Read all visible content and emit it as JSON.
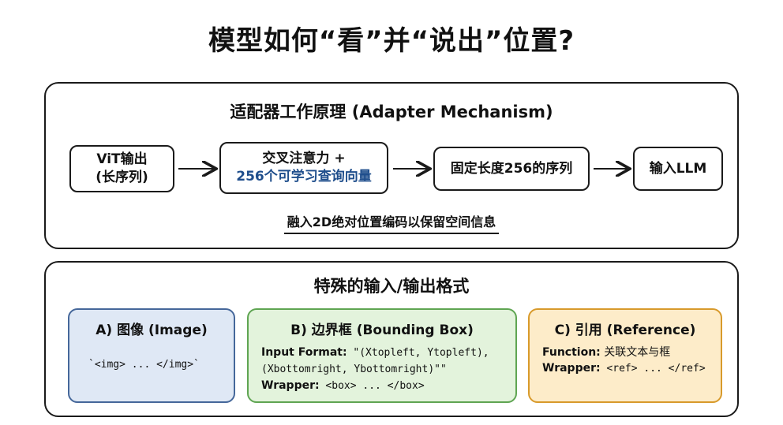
{
  "title": "模型如何“看”并“说出”位置?",
  "adapter": {
    "title": "适配器工作原理 (Adapter Mechanism)",
    "nodes": {
      "vit_line1": "ViT输出",
      "vit_line2": "(长序列)",
      "cross_line1": "交叉注意力 +",
      "cross_line2": "256个可学习查询向量",
      "fixed": "固定长度256的序列",
      "llm": "输入LLM"
    },
    "note": "融入2D绝对位置编码以保留空间信息"
  },
  "formats": {
    "title": "特殊的输入/输出格式",
    "image": {
      "title": "A) 图像 (Image)",
      "code": "`<img> ... </img>`"
    },
    "bbox": {
      "title": "B) 边界框 (Bounding Box)",
      "input_key": "Input Format:",
      "input_val_1": " \"(Xtopleft, Ytopleft),",
      "input_val_2": "(Xbottomright, Ybottomright)\"\"",
      "wrapper_key": "Wrapper:",
      "wrapper_val": " <box> ... </box>"
    },
    "ref": {
      "title": "C) 引用 (Reference)",
      "function_key": "Function:",
      "function_val": " 关联文本与框",
      "wrapper_key": "Wrapper:",
      "wrapper_val": " <ref> ... </ref>"
    }
  },
  "colors": {
    "image_card": "#dfe8f5",
    "bbox_card": "#e3f3dc",
    "ref_card": "#fdecc9",
    "query_text": "#1f4e8c"
  }
}
